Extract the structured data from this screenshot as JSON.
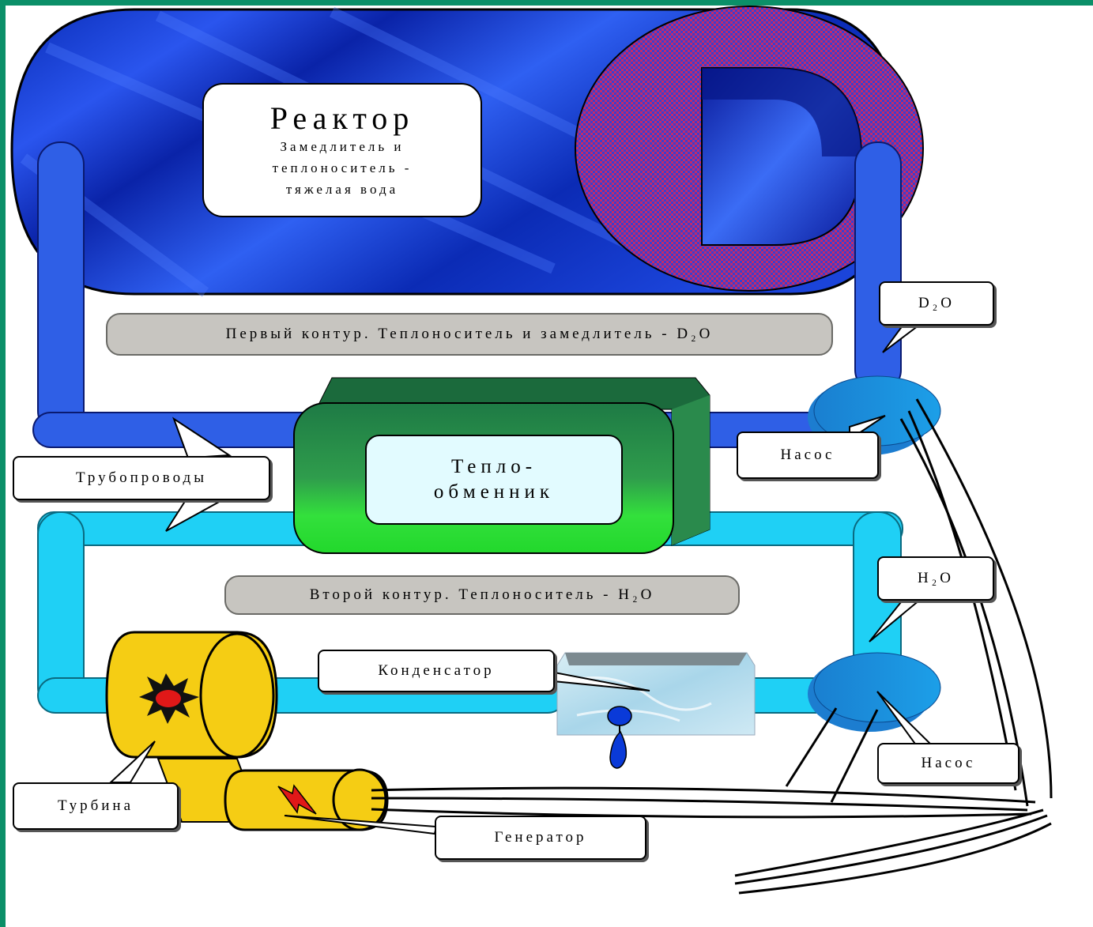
{
  "reactor": {
    "title": "Реактор",
    "subtitle": "Замедлитель и теплоноситель - тяжелая вода"
  },
  "loops": {
    "primary": "Первый контур. Теплоноситель и замедлитель - D₂O",
    "secondary": "Второй контур. Теплоноситель - H₂O"
  },
  "heat_exchanger": {
    "label": "Тепло- обменник"
  },
  "callouts": {
    "d2o": "D₂O",
    "h2o": "H₂O",
    "pump_primary": "Насос",
    "pump_secondary": "Насос",
    "pipelines": "Трубопроводы",
    "condenser": "Конденсатор",
    "turbine": "Турбина",
    "generator": "Генератор"
  },
  "colors": {
    "frame": "#0b8f68",
    "reactor_body": "#0a2fc8",
    "primary_pipe": "#2f5fe6",
    "secondary_pipe": "#1fd0f5",
    "exchanger_green": "#2fc44a",
    "turbine_yellow": "#f5cd14",
    "pump_blue": "#1c8fd8",
    "label_gray": "#c7c5c0"
  }
}
